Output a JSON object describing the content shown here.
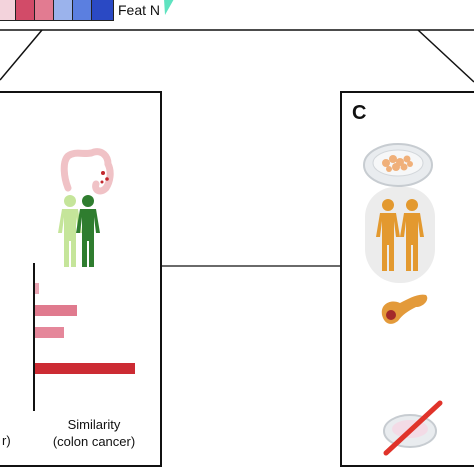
{
  "heatmap": {
    "cells": [
      "#f3d3dc",
      "#d24b68",
      "#e27b91",
      "#9bb3ec",
      "#5b7fe0",
      "#2a49c4"
    ],
    "feature_label": "Feat N",
    "marker_color": "#5fe3c0"
  },
  "left_panel": {
    "partial_label": "r)",
    "similarity_label_line1": "Similarity",
    "similarity_label_line2": "(colon cancer)",
    "icons": [
      "colon-icon",
      "human-figures-icon"
    ],
    "bar_color_light": "#e5879a",
    "bar_color_dark": "#cc2b33"
  },
  "chart_data": {
    "type": "bar",
    "orientation": "horizontal",
    "categories": [],
    "values": [
      0.04,
      0.42,
      0.29,
      1.0
    ],
    "colors": [
      "#eaa6b4",
      "#e07a8e",
      "#e5879a",
      "#cc2b33"
    ],
    "xlabel": "Similarity (colon cancer)",
    "ylabel": ""
  },
  "right_panel": {
    "letter": "C",
    "icons": [
      "petri-dish-icon",
      "human-figures-icon",
      "pancreas-icon",
      "crossed-petri-dish-icon"
    ],
    "figure_color": "#e3992f",
    "strike_color": "#e0332a"
  }
}
